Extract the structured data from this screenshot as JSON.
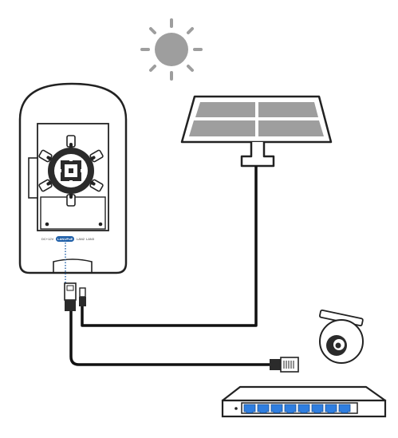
{
  "diagram": {
    "ports": {
      "dc": "DC+12V",
      "lan1": "LAN1/PoE",
      "lan2": "LAN2",
      "lan3": "LAN3"
    },
    "colors": {
      "outline": "#222222",
      "sun": "#9e9e9e",
      "panel_cell": "#9e9e9e",
      "cable": "#111111",
      "accent_blue": "#1f5fa8",
      "switch_port": "#2f7ee0"
    },
    "icons": [
      "sun-icon",
      "solar-panel-icon",
      "outdoor-cpe-device-icon",
      "network-switch-icon",
      "dome-camera-icon",
      "rj45-connector-icon",
      "dc-barrel-plug-icon"
    ]
  }
}
